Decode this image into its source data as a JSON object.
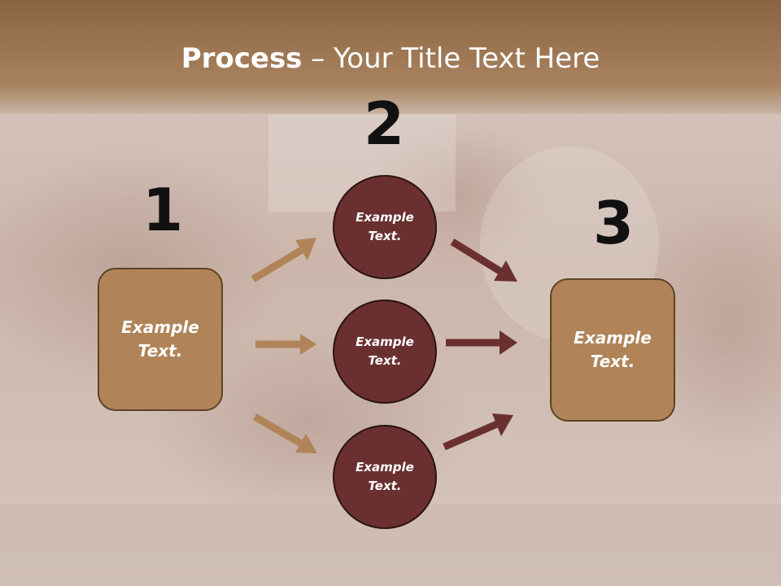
{
  "title": {
    "bold": "Process",
    "rest": " – Your Title Text Here"
  },
  "steps": [
    {
      "number": "1",
      "text_line1": "Example",
      "text_line2": "Text."
    },
    {
      "number": "2"
    },
    {
      "number": "3",
      "text_line1": "Example",
      "text_line2": "Text."
    }
  ],
  "circles": [
    {
      "text_line1": "Example",
      "text_line2": "Text."
    },
    {
      "text_line1": "Example",
      "text_line2": "Text."
    },
    {
      "text_line1": "Example",
      "text_line2": "Text."
    }
  ],
  "colors": {
    "header_bar": "#a27c58",
    "box_fill": "#b08458",
    "circle_fill": "#6a3030",
    "arrow_light": "#b08458",
    "arrow_dark": "#6a3030"
  }
}
